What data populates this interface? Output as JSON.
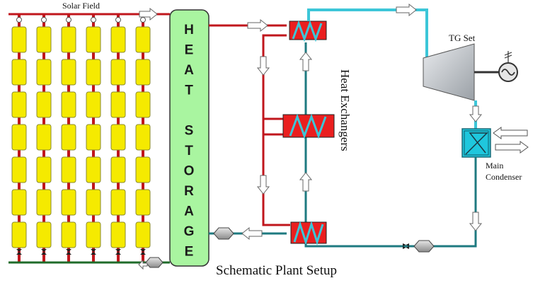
{
  "labels": {
    "solar_field": "Solar Field",
    "heat_storage_word1": "HEAT",
    "heat_storage_word2": "STORAGE",
    "heat_exchangers": "Heat  Exchangers",
    "tg_set": "TG Set",
    "condenser_line1": "Main",
    "condenser_line2": "Condenser",
    "caption": "Schematic Plant Setup"
  },
  "solar_field": {
    "columns": 6,
    "modules_per_column": 7
  },
  "colors": {
    "hot_loop": "#c0161c",
    "cold_return": "#1f6b2a",
    "steam": "#3cc6d8",
    "water": "#1e7a80",
    "collector": "#f5ea00",
    "storage": "#a9f5a0",
    "exchanger": "#ea1f1f",
    "condenser": "#1fc7dd",
    "turbine": "#cfd3d8"
  }
}
